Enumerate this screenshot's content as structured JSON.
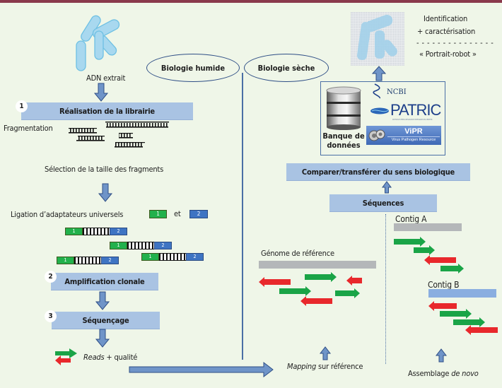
{
  "header": {
    "bar_color": "#8a3a4c"
  },
  "ovals": {
    "wet": "Biologie humide",
    "dry": "Biologie sèche"
  },
  "wet_lab": {
    "dna_label": "ADN extrait",
    "step1": {
      "number": "1",
      "label": "Réalisation de la librairie"
    },
    "fragmentation_label": "Fragmentation",
    "size_selection_label": "Sélection de la taille des fragments",
    "ligation_label": "Ligation d’adaptateurs universels",
    "ligation_and": "et",
    "adapter1": "1",
    "adapter2": "2",
    "step2": {
      "number": "2",
      "label": "Amplification clonale"
    },
    "step3": {
      "number": "3",
      "label": "Séquençage"
    },
    "reads_label_italic": "Reads",
    "reads_label_rest": " + qualité"
  },
  "dry_lab": {
    "identification": "Identification",
    "characterisation": "+ caractérisation",
    "dashes": "- - - - - - - - - - - - - - -",
    "portrait": "« Portrait-robot »",
    "database_label_line1": "Banque de",
    "database_label_line2": "données",
    "db_logos": {
      "ncbi": "NCBI",
      "patric": "PATRIC",
      "patric_sub": "PATHOSYSTEMS RESOURCE INTEGRATION CENTER",
      "vipr": "ViPR",
      "vipr_sub": "Virus Pathogen Resource"
    },
    "compare_label": "Comparer/transférer du sens biologique",
    "sequences_label": "Séquences",
    "reference_genome_label": "Génome de référence",
    "contig_a_label": "Contig A",
    "contig_b_label": "Contig B",
    "mapping_italic": "Mapping",
    "mapping_rest": " sur référence",
    "assembly_rest": "Assemblage ",
    "assembly_italic": "de novo"
  },
  "colors": {
    "background": "#eff6e8",
    "step_box": "#a9c3e3",
    "arrow_blue": "#6f94c8",
    "forward_read": "#1aa447",
    "reverse_read": "#e8282c",
    "reference_bar": "#b4b7b9",
    "contig_b_bar": "#8aaee0"
  }
}
